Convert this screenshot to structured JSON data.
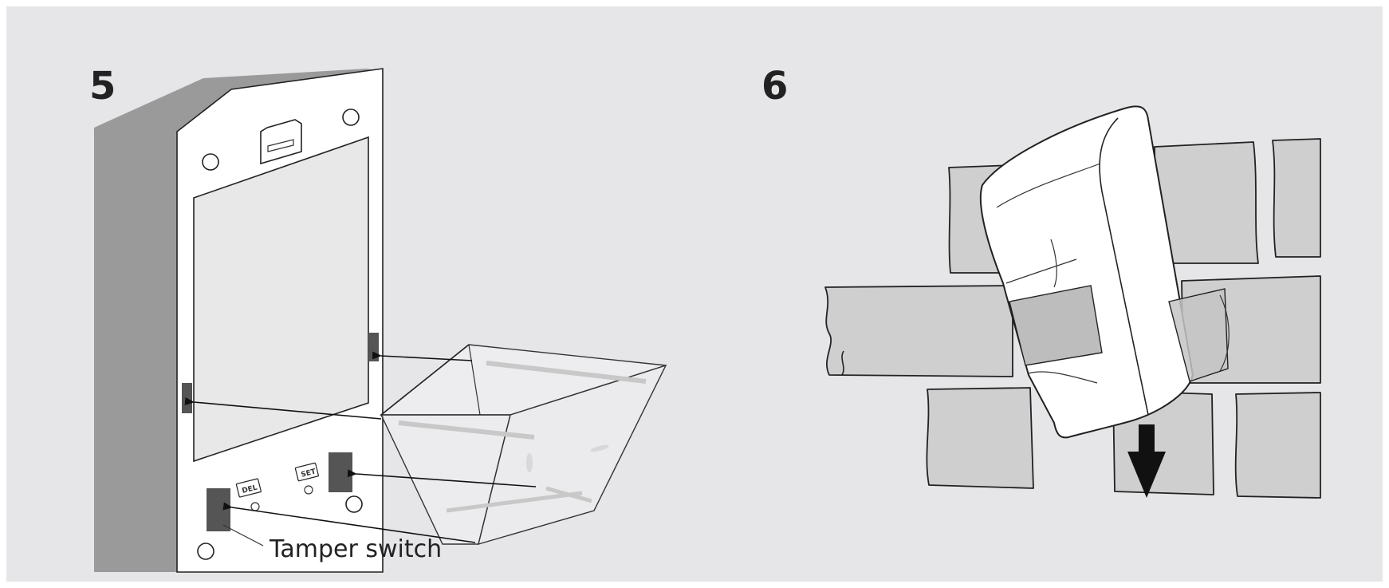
{
  "steps": [
    {
      "number": "5"
    },
    {
      "number": "6"
    }
  ],
  "callouts": {
    "tamper_switch": "Tamper switch"
  },
  "buttons": {
    "del": "DEL",
    "set": "SET"
  },
  "colors": {
    "background": "#e6e6e8",
    "housing_side": "#9a9a9a",
    "housing_face": "#ffffff",
    "adhesive_pad": "#555555",
    "brick": "#cfcfcf",
    "outline": "#222222"
  }
}
